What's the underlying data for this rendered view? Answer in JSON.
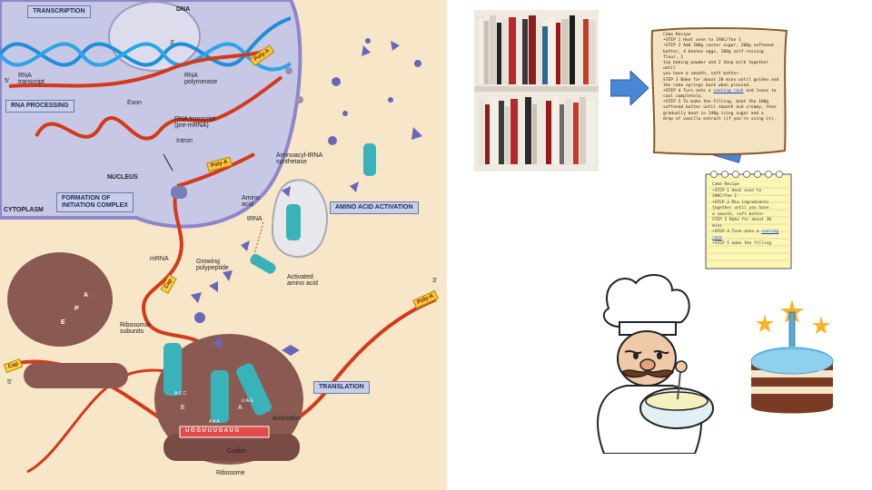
{
  "translation_diagram": {
    "section_labels": {
      "transcription": "TRANSCRIPTION",
      "rna_processing": "RNA PROCESSING",
      "formation": "FORMATION OF\nINITIATION COMPLEX",
      "amino_acid_activation": "AMINO ACID ACTIVATION",
      "translation": "TRANSLATION"
    },
    "labels": {
      "dna": "DNA",
      "three_prime_top": "3'",
      "five_prime_left": "5'",
      "rna_transcript": "RNA\ntranscript",
      "rna_polymerase": "RNA\npolymerase",
      "exon": "Exon",
      "rna_transcript_pre": "RNA transcript\n(pre-mRNA)",
      "intron": "Intron",
      "nucleus": "NUCLEUS",
      "cytoplasm": "CYTOPLASM",
      "aminoacyl_trna_synthetase": "Aminoacyl-tRNA\nsynthetase",
      "amino_acid": "Amino\nacid",
      "trna": "tRNA",
      "mrna": "mRNA",
      "growing_polypeptide": "Growing\npolypeptide",
      "activated_amino_acid": "Activated\namino acid",
      "ribosomal_subunits": "Ribosomal\nsubunits",
      "three_prime_right": "3'",
      "five_prime_bottom": "5'",
      "anticodon": "Anticodon",
      "codon": "Codon",
      "ribosome": "Ribosome",
      "cap_left": "Cap",
      "cap_mid": "Cap",
      "site_e": "E",
      "site_a": "A",
      "subunit_a": "A",
      "subunit_p": "P",
      "subunit_e": "E"
    },
    "poly_a_tags": [
      "Poly-A",
      "Poly-A",
      "Poly-A"
    ],
    "anticodons": [
      "A C C",
      "A A A",
      "U A G"
    ],
    "codons": "U G G U U U G A U G",
    "colors": {
      "background": "#f8e6c9",
      "nucleus": "#c7c7e6",
      "mrna": "#d43a1a",
      "dna": "#1e8fd6",
      "ribosome": "#8a5a52",
      "trna": "#3ab3b8",
      "amino_acid": "#6a66b8"
    }
  },
  "recipe_card_1": {
    "lines": [
      "Cake Recipe",
      "•STEP 1 Heat oven to 190C/fan 1",
      "•STEP 2 Add 200g caster sugar, 200g softened",
      "butter, 4 beaten eggs, 200g self-raising flour, 1",
      "tsp baking powder and 2 tbsp milk together until",
      "you have a smooth, soft batter.",
      "STEP 3 Bake for about 20 mins until golden and",
      "the cake springs back when pressed.",
      "•STEP 4 Turn onto a ",
      "cooling rack",
      " and leave to",
      "cool completely.",
      "•STEP 5 To make the filling, beat the 100g",
      "softened butter until smooth and creamy, then",
      "gradually beat in 140g icing sugar and a",
      "drop of vanilla extract (if you're using it)."
    ]
  },
  "recipe_card_2": {
    "title": "Cake Recipe",
    "step1": "•STEP 1 Heat oven to",
    "step1b": "190C/fan 1",
    "step2": "•STEP 2 Mix ingredients",
    "step2b": "together until you have",
    "step2c": "a smooth, soft batter",
    "step3": "STEP 3 Bake for about 20",
    "step3b": "mins",
    "step4": "•STEP 4 Turn onto a ",
    "step4_link": "cooling",
    "step4_link2": "rack",
    "step5": "•STEP 5 make the filling"
  },
  "icons": {
    "arrow_right": "arrow-right-icon",
    "arrow_down": "arrow-down-icon",
    "chef": "chef-icon",
    "cake": "birthday-cake-icon",
    "books": "bookshelf-icon"
  }
}
